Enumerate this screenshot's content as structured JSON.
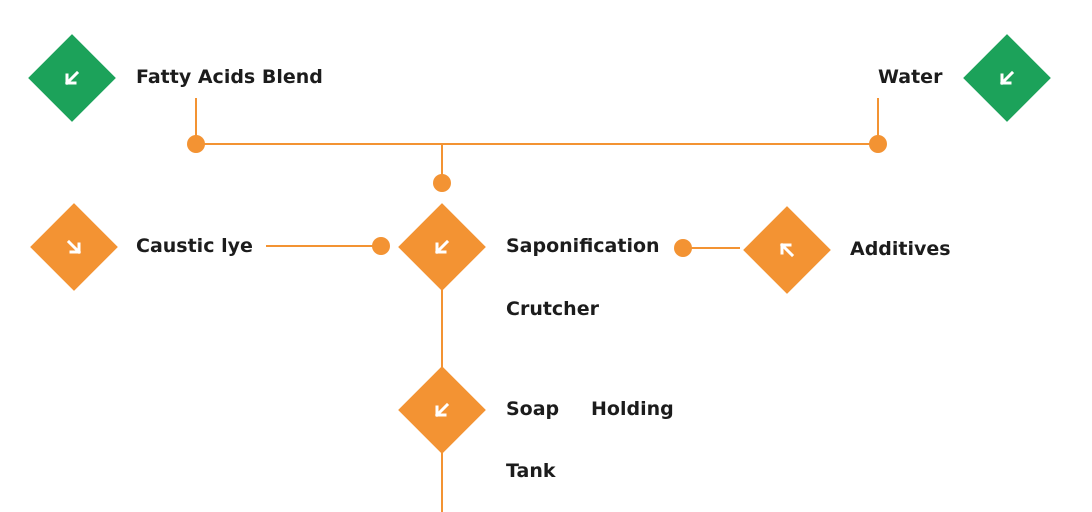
{
  "nodes": {
    "fatty_acids": {
      "label": "Fatty Acids Blend",
      "color": "#1CA25A",
      "icon": "arrow-down-left-icon"
    },
    "water": {
      "label": "Water",
      "color": "#1CA25A",
      "icon": "arrow-down-left-icon"
    },
    "caustic_lye": {
      "label": "Caustic lye",
      "color": "#F39333",
      "icon": "arrow-down-right-icon"
    },
    "saponification": {
      "label": "Saponification",
      "label2": "Crutcher",
      "color": "#F39333",
      "icon": "arrow-down-left-icon"
    },
    "additives": {
      "label": "Additives",
      "color": "#F39333",
      "icon": "arrow-up-left-icon"
    },
    "soap_holding_tank": {
      "label": "Soap",
      "label2": "Holding",
      "label3": "Tank",
      "color": "#F39333",
      "icon": "arrow-down-left-icon"
    }
  },
  "colors": {
    "connector": "#F39333",
    "input_node": "#1CA25A",
    "process_node": "#F39333"
  }
}
